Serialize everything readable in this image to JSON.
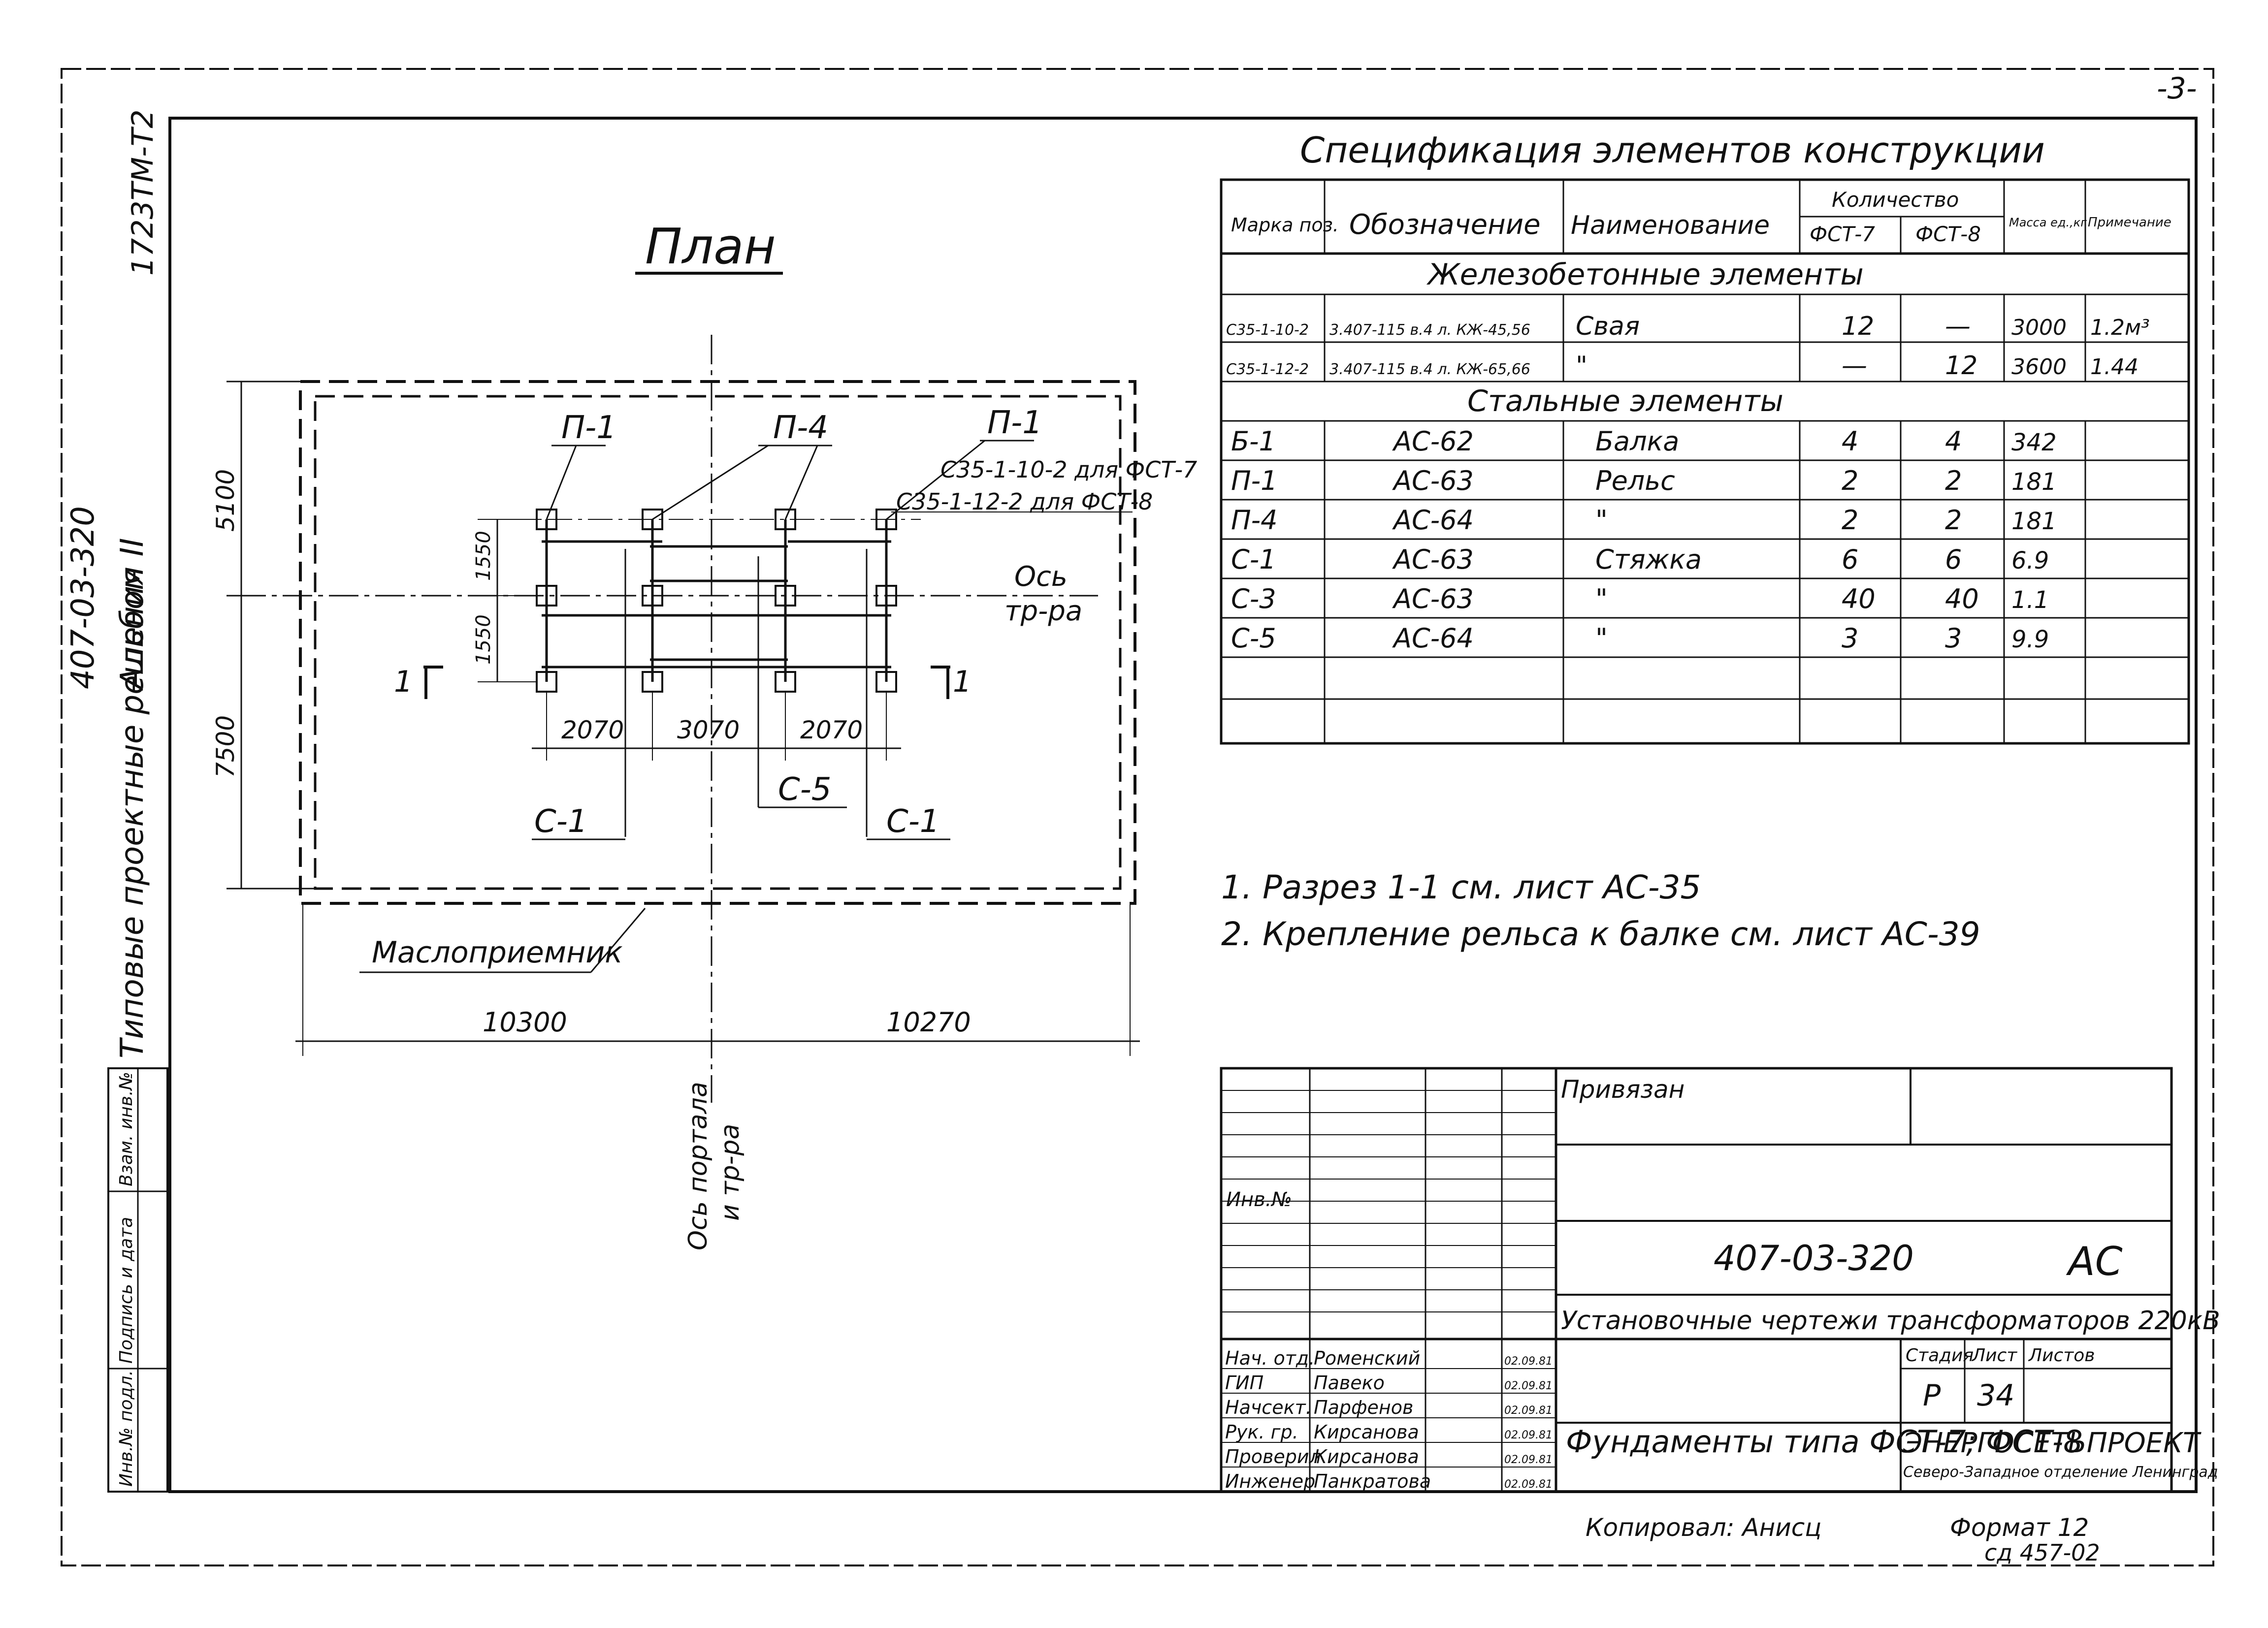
{
  "corner_mark": "-3-",
  "side_block": {
    "album_code": "1723ТМ-Т2",
    "project_code": "407-03-320",
    "album": "Альбом II",
    "series": "Типовые проектные решения",
    "stamp_cells": [
      "Инв.№ подл.",
      "Подпись и дата",
      "Взам. инв.№"
    ]
  },
  "plan": {
    "title": "План",
    "dims": {
      "top_vertical": "5100",
      "bottom_vertical": "7500",
      "span1": "1550",
      "span2": "1550",
      "bay1": "2070",
      "bay2": "3070",
      "bay3": "2070",
      "left_width": "10300",
      "right_width": "10270"
    },
    "labels": {
      "p1_left": "П-1",
      "p4": "П-4",
      "p1_right": "П-1",
      "pile_note1": "С35-1-10-2 для ФСТ-7",
      "pile_note2": "С35-1-12-2 для ФСТ-8",
      "axis_line1": "Ось",
      "axis_line2": "тр-ра",
      "section_left": "1",
      "section_right": "1",
      "c1_left": "С-1",
      "c5": "С-5",
      "c1_right": "С-1",
      "oil_receiver": "Маслоприемник",
      "portal_axis_line1": "Ось портала",
      "portal_axis_line2": "и тр-ра"
    }
  },
  "spec": {
    "title": "Спецификация элементов конструкции",
    "headers": {
      "mark": "Марка поз.",
      "designation": "Обозначение",
      "name": "Наименование",
      "qty": "Количество",
      "qty_fst7": "ФСТ-7",
      "qty_fst8": "ФСТ-8",
      "mass": "Масса ед.,кг",
      "note": "Примечание"
    },
    "section_concrete": "Железобетонные элементы",
    "section_steel": "Стальные элементы",
    "concrete_rows": [
      {
        "mark": "С35-1-10-2",
        "designation": "3.407-115 в.4 л. КЖ-45,56",
        "name": "Свая",
        "fst7": "12",
        "fst8": "—",
        "mass": "3000",
        "note": "1.2м³"
      },
      {
        "mark": "С35-1-12-2",
        "designation": "3.407-115 в.4 л. КЖ-65,66",
        "name": "\"",
        "fst7": "—",
        "fst8": "12",
        "mass": "3600",
        "note": "1.44"
      }
    ],
    "steel_rows": [
      {
        "mark": "Б-1",
        "designation": "АС-62",
        "name": "Балка",
        "fst7": "4",
        "fst8": "4",
        "mass": "342",
        "note": ""
      },
      {
        "mark": "П-1",
        "designation": "АС-63",
        "name": "Рельс",
        "fst7": "2",
        "fst8": "2",
        "mass": "181",
        "note": ""
      },
      {
        "mark": "П-4",
        "designation": "АС-64",
        "name": "\"",
        "fst7": "2",
        "fst8": "2",
        "mass": "181",
        "note": ""
      },
      {
        "mark": "С-1",
        "designation": "АС-63",
        "name": "Стяжка",
        "fst7": "6",
        "fst8": "6",
        "mass": "6.9",
        "note": ""
      },
      {
        "mark": "С-3",
        "designation": "АС-63",
        "name": "\"",
        "fst7": "40",
        "fst8": "40",
        "mass": "1.1",
        "note": ""
      },
      {
        "mark": "С-5",
        "designation": "АС-64",
        "name": "\"",
        "fst7": "3",
        "fst8": "3",
        "mass": "9.9",
        "note": ""
      }
    ]
  },
  "notes": [
    "1. Разрез 1-1 см. лист АС-35",
    "2. Крепление рельса к балке см. лист АС-39"
  ],
  "title_block": {
    "attached": "Привязан",
    "inv_no": "Инв.№",
    "doc_code": "407-03-320",
    "mark": "АС",
    "doc_title": "Установочные чертежи трансформаторов 220кВ",
    "sheet_title": "Фундаменты типа ФСТ-7; ФСТ-8",
    "stage_label": "Стадия",
    "sheet_label": "Лист",
    "sheets_label": "Листов",
    "stage": "Р",
    "sheet": "34",
    "org_name": "ЭНЕРГОСЕТЬПРОЕКТ",
    "org_branch": "Северо-Западное отделение Ленинград",
    "people": [
      {
        "role": "Нач. отд.",
        "name": "Роменский",
        "date": "02.09.81"
      },
      {
        "role": "ГИП",
        "name": "Павеко",
        "date": "02.09.81"
      },
      {
        "role": "Начсект.",
        "name": "Парфенов",
        "date": "02.09.81"
      },
      {
        "role": "Рук. гр.",
        "name": "Кирсанова",
        "date": "02.09.81"
      },
      {
        "role": "Проверил",
        "name": "Кирсанова",
        "date": "02.09.81"
      },
      {
        "role": "Инженер",
        "name": "Панкратова",
        "date": "02.09.81"
      }
    ],
    "copied": "Копировал: Анисц",
    "format": "Формат 12",
    "sheet_id": "сд 457-02"
  }
}
